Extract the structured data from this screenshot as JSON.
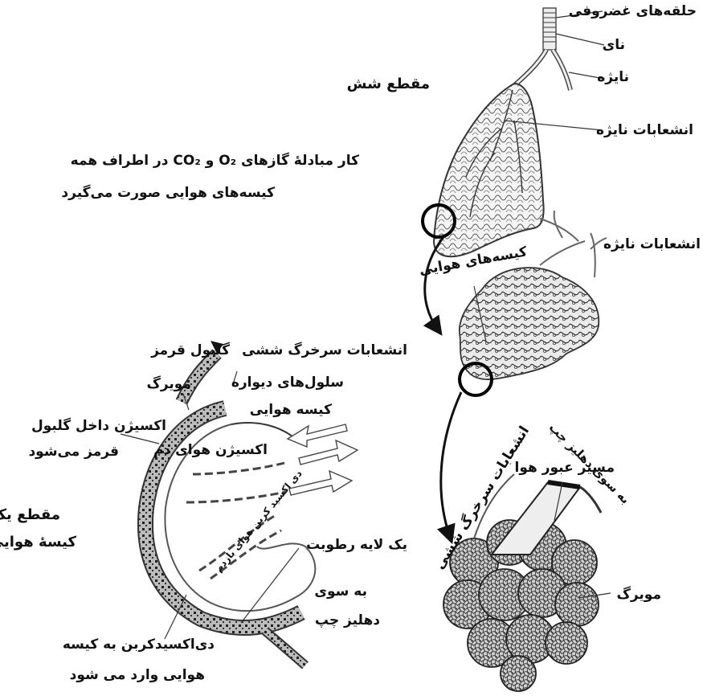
{
  "labels": {
    "cartilage_rings": "حلقه‌های غضروفی",
    "trachea": "نای",
    "bronchus": "نایژه",
    "lung_section": "مقطع شش",
    "bronchi_branches_1": "انشعابات نایژه",
    "gas_exchange_line1": "کار مبادلهٔ گازهای O₂ و CO₂ در اطراف همه",
    "gas_exchange_line2": "کیسه‌های هوایی صورت می‌گیرد",
    "bronchi_branches_2": "انشعابات نایژه",
    "air_sacs": "کیسه‌های هوایی",
    "pulmonary_artery_branches": "انشعابات سرخرگ ششی",
    "red_blood_cell": "گلبول قرمز",
    "capillary_top": "مویرگ",
    "wall_cells_line1": "سلول‌های دیواره",
    "wall_cells_line2": "کیسه هوایی",
    "oxygen_enters_line1": "اکسیژن داخل گلبول",
    "oxygen_enters_line2": "قرمز می‌شود",
    "inhaled_oxygen": "اکسیژن هوای دم",
    "exhaled_co2": "دی اکسید کربن هوای بازدم",
    "section_alveolus_line1": "مقطع یک",
    "section_alveolus_line2": "کیسهٔ هوایی",
    "moisture_layer": "یک لایه رطوبت",
    "to_left_atrium_1_line1": "به سوی",
    "to_left_atrium_1_line2": "دهلیز چپ",
    "co2_enters_line1": "دی‌اکسیدکربن به کیسه",
    "co2_enters_line2": "هوایی وارد می شود",
    "pulmonary_artery_branches_rot": "انشعابات سرخرگ ششی",
    "airflow_path": "مسیر عبور هوا",
    "to_left_atrium_2": "به سوی دهلیز چپ",
    "capillary_right": "مویرگ"
  }
}
